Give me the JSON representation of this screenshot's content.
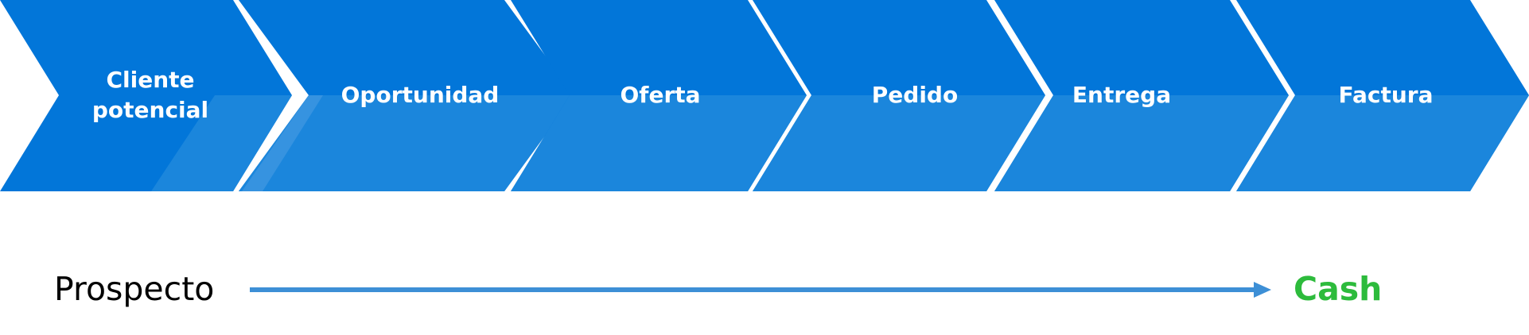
{
  "stages": [
    {
      "line1": "Cliente",
      "line2": "potencial"
    },
    {
      "line1": "Oportunidad",
      "line2": ""
    },
    {
      "line1": "Oferta",
      "line2": ""
    },
    {
      "line1": "Pedido",
      "line2": ""
    },
    {
      "line1": "Entrega",
      "line2": ""
    },
    {
      "line1": "Factura",
      "line2": ""
    }
  ],
  "flow": {
    "start": "Prospecto",
    "end": "Cash"
  },
  "colors": {
    "chevron_dark": "#0276D9",
    "chevron_light": "#1B86DC",
    "chevron_highlight": "#4A9CE3",
    "arrow": "#3D8FD6",
    "end_text": "#2DBB3C",
    "stage_text": "#FFFFFF"
  },
  "icons": {
    "flow_arrow": "arrow-right-icon"
  }
}
